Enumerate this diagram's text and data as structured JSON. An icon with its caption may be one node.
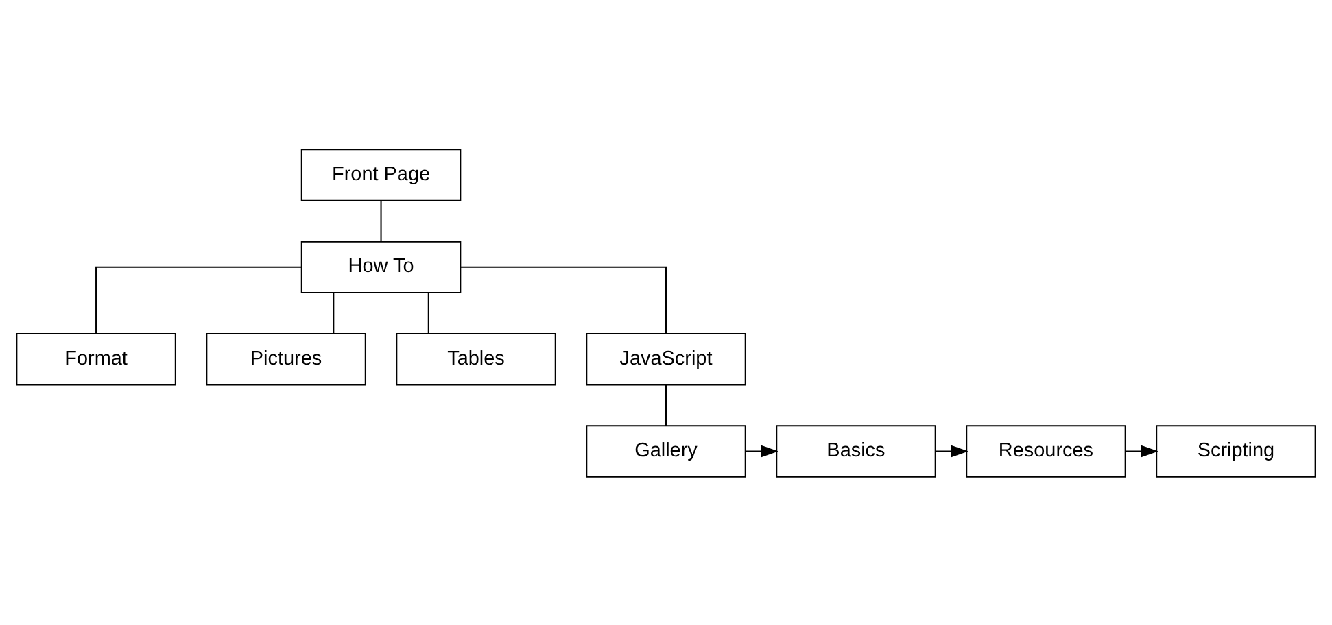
{
  "diagram": {
    "nodes": [
      {
        "text": [
          "Front Page"
        ]
      },
      {
        "text": [
          "How To"
        ]
      },
      {
        "text": [
          "Format"
        ]
      },
      {
        "text": [
          "Pictures"
        ]
      },
      {
        "text": [
          "Tables"
        ]
      },
      {
        "text": [
          "JavaScript"
        ]
      },
      {
        "text": [
          "Gallery"
        ]
      },
      {
        "text": [
          "Basics"
        ]
      },
      {
        "text": [
          "Resources"
        ]
      },
      {
        "text": [
          "Scripting"
        ]
      }
    ],
    "edges": [
      {
        "from": 0,
        "to": 1,
        "arrow": "none"
      },
      {
        "from": 1,
        "to": 2,
        "arrow": "none"
      },
      {
        "from": 1,
        "to": 3,
        "arrow": "none"
      },
      {
        "from": 1,
        "to": 4,
        "arrow": "none"
      },
      {
        "from": 1,
        "to": 5,
        "arrow": "none"
      },
      {
        "from": 5,
        "to": 6,
        "arrow": "none"
      },
      {
        "from": 6,
        "to": 7,
        "arrow": "to"
      },
      {
        "from": 7,
        "to": 8,
        "arrow": "to"
      },
      {
        "from": 8,
        "to": 9,
        "arrow": "to"
      }
    ]
  }
}
